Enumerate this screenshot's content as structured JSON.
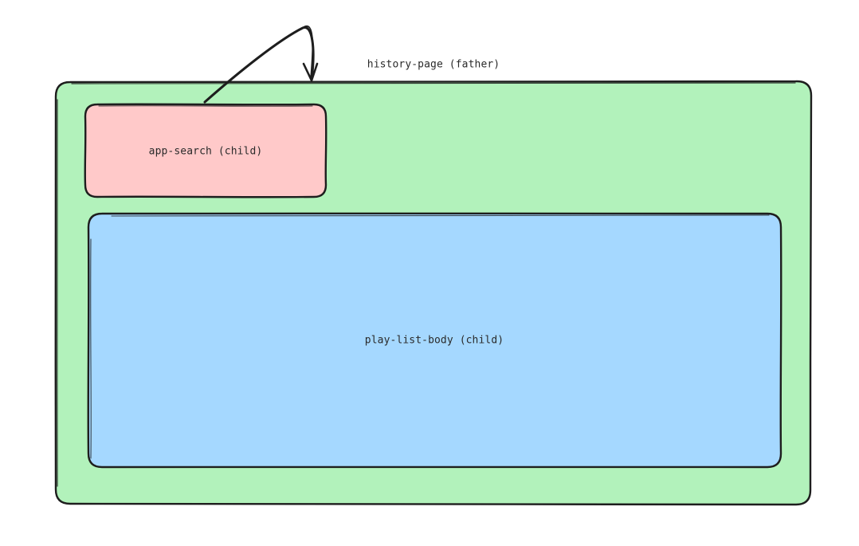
{
  "diagram": {
    "father": {
      "label": "history-page (father)",
      "fill": "#b2f2bb"
    },
    "search_child": {
      "label": "app-search (child)",
      "fill": "#ffc9c9"
    },
    "body_child": {
      "label": "play-list-body (child)",
      "fill": "#a5d8ff"
    },
    "stroke": "#1e1e1e"
  }
}
